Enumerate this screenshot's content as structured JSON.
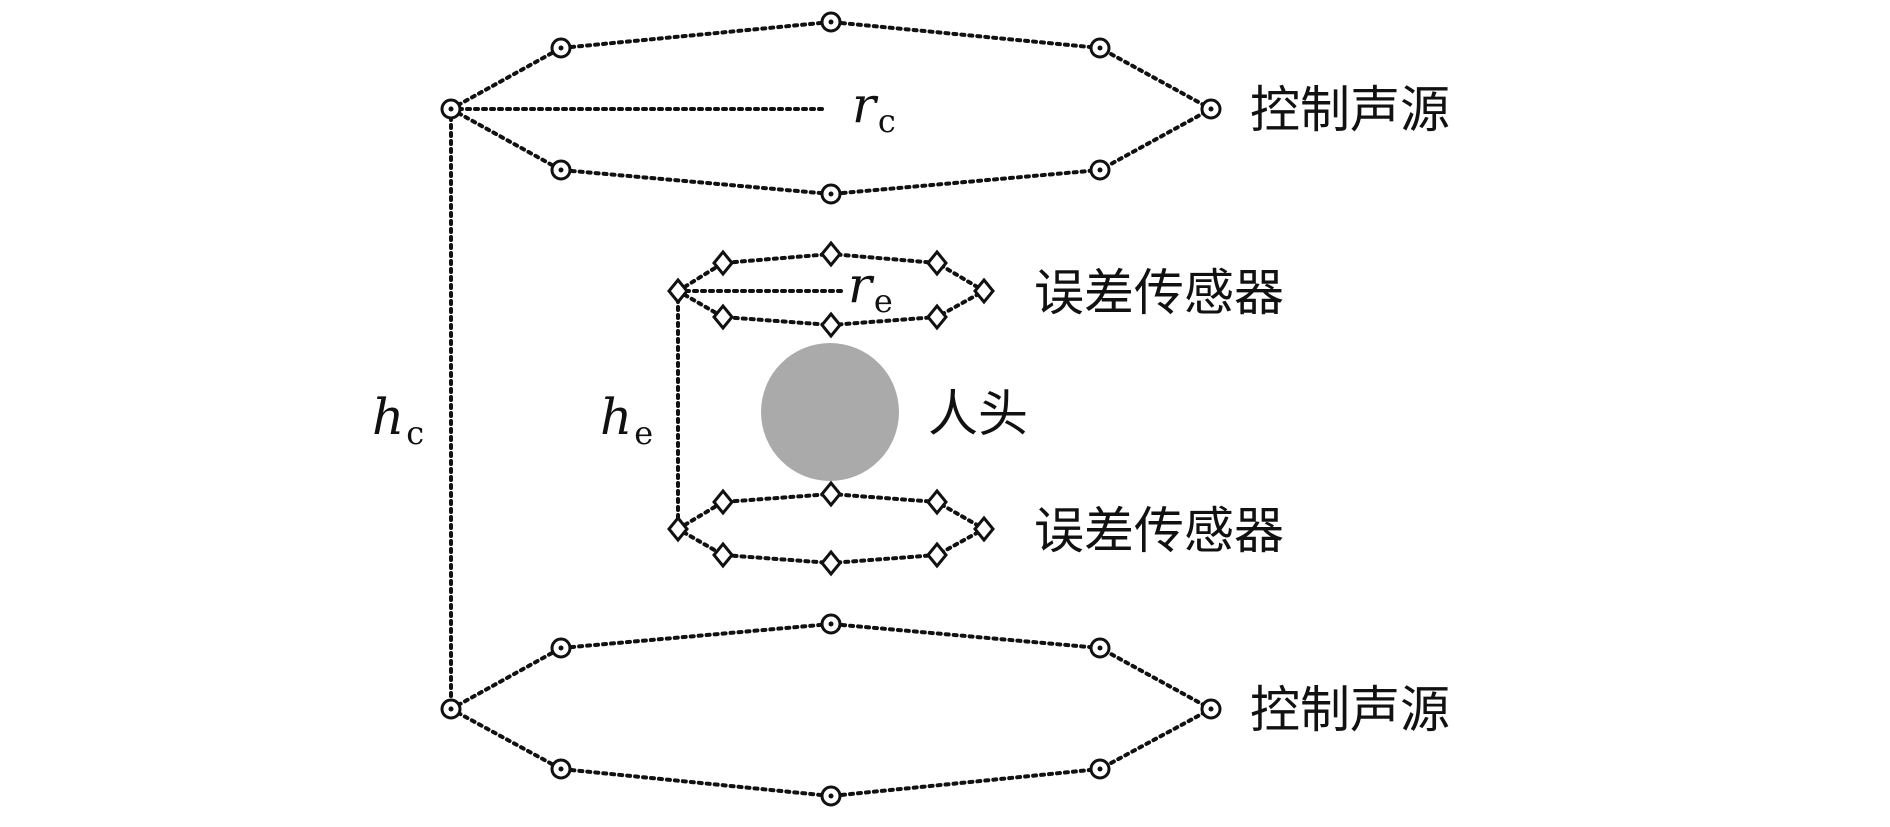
{
  "labels": {
    "control_source_top": "控制声源",
    "control_source_bottom": "控制声源",
    "error_sensor_top": "误差传感器",
    "error_sensor_bottom": "误差传感器",
    "head": "人头"
  },
  "symbols": {
    "r_c": {
      "main": "r",
      "sub": "c"
    },
    "r_e": {
      "main": "r",
      "sub": "e"
    },
    "h_c": {
      "main": "h",
      "sub": "c"
    },
    "h_e": {
      "main": "h",
      "sub": "e"
    }
  },
  "colors": {
    "head_fill": "#aaaaaa",
    "line": "#111111"
  }
}
